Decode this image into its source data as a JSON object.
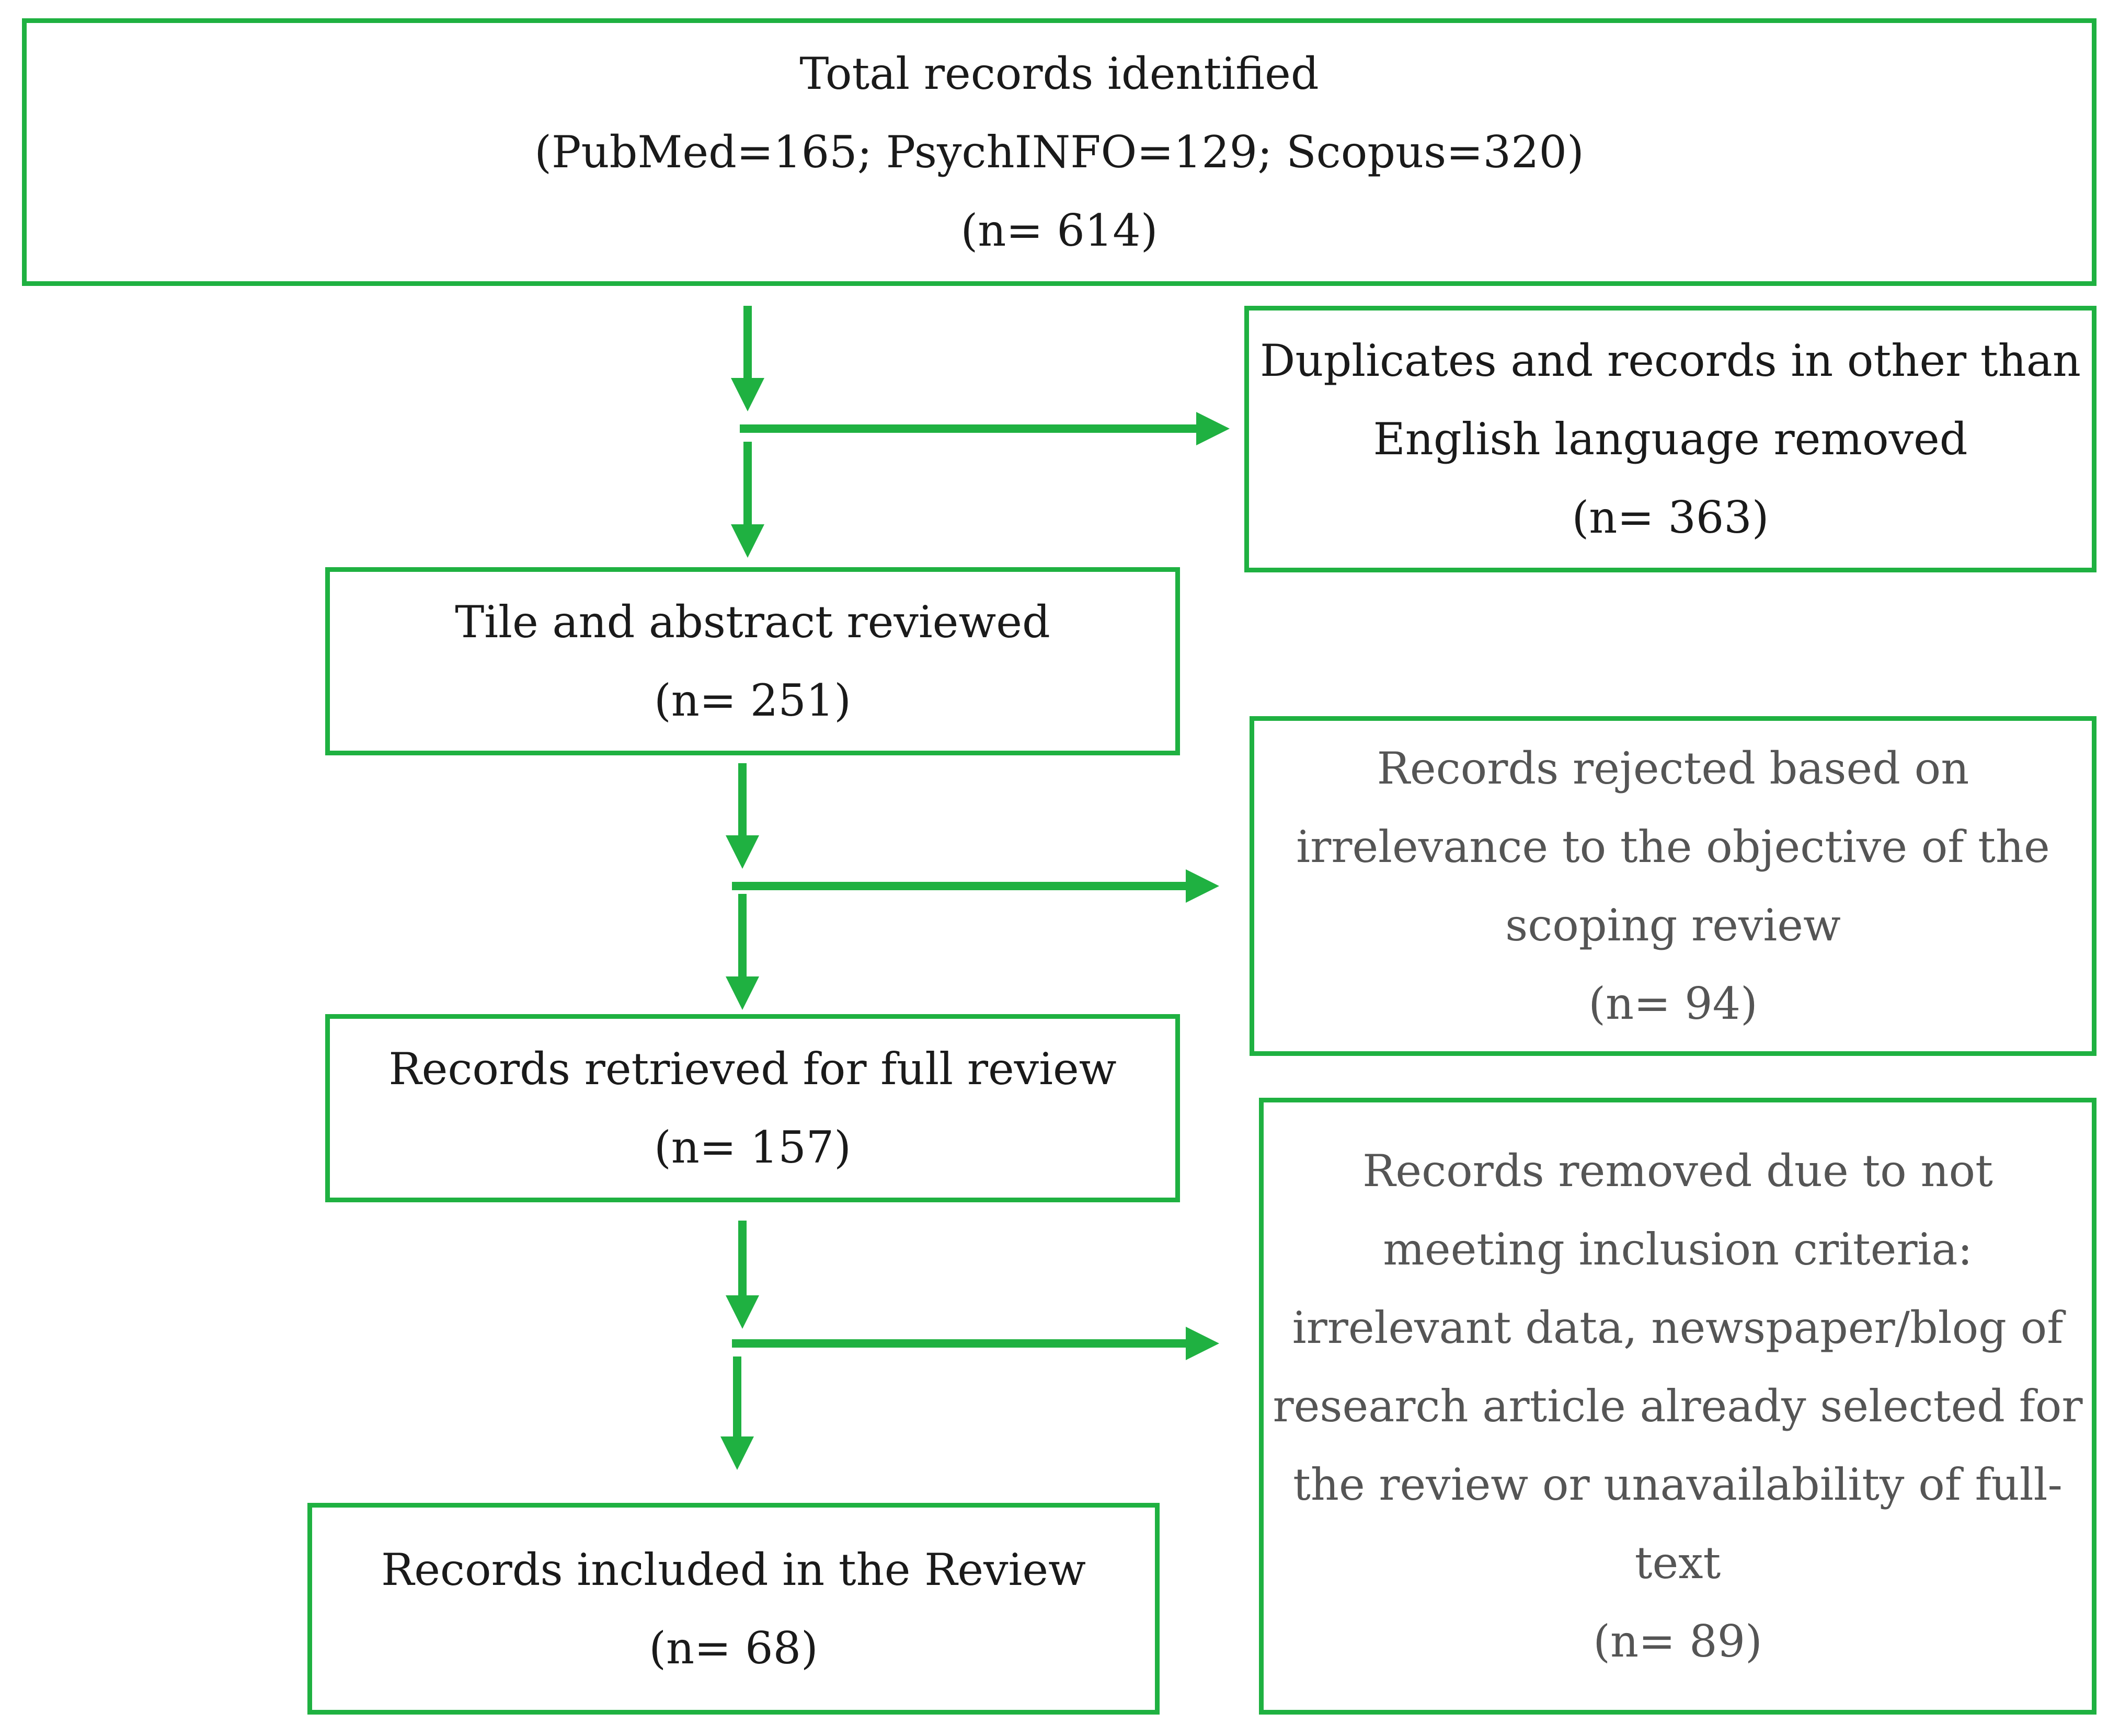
{
  "colors": {
    "accent": "#1fb141"
  },
  "nodes": {
    "identified": {
      "lines": [
        "Total records identified",
        "(PubMed=165; PsychINFO=129; Scopus=320)",
        "(n= 614)"
      ]
    },
    "duplicates": {
      "lines": [
        "Duplicates and records in other than",
        "English language removed",
        "(n= 363)"
      ]
    },
    "screened": {
      "lines": [
        "Tile and abstract reviewed",
        "(n= 251)"
      ]
    },
    "rejected": {
      "lines": [
        "Records rejected based on",
        "irrelevance to the objective of the",
        "scoping review",
        "(n= 94)"
      ]
    },
    "retrieved": {
      "lines": [
        "Records retrieved for full review",
        "(n= 157)"
      ]
    },
    "removed": {
      "lines": [
        "Records removed due to not",
        "meeting inclusion criteria:",
        "irrelevant data, newspaper/blog of",
        "research article already selected for",
        "the review or unavailability of full-",
        "text",
        "(n= 89)"
      ]
    },
    "included": {
      "lines": [
        "Records included in the Review",
        "(n= 68)"
      ]
    }
  }
}
